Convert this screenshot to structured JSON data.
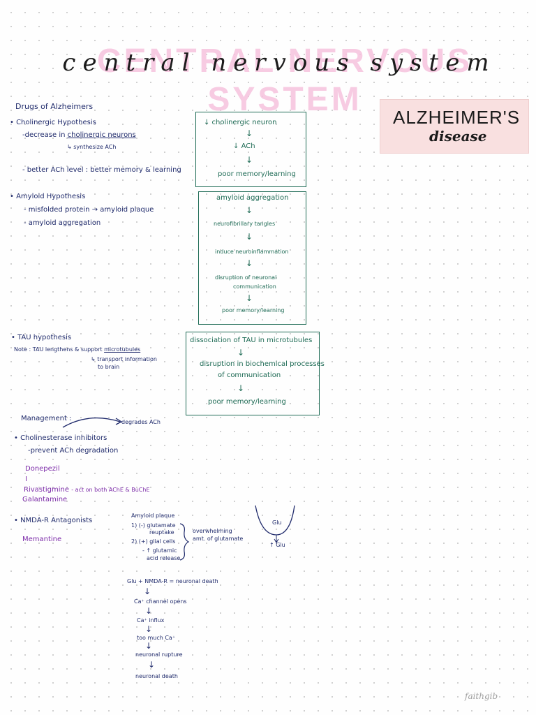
{
  "title": "central nervous system",
  "title_bg": "CENTRAL NERVOUS SYSTEM",
  "badge": {
    "line1": "ALZHEIMER'S",
    "line2": "disease"
  },
  "drugs_heading": "Drugs of Alzheimers",
  "cholinergic": {
    "heading": "• Cholinergic Hypothesis",
    "l1_prefix": "-decrease in",
    "l1_underlined": "cholinergic neurons",
    "l2": "↳ synthesize ACh",
    "l3": "- better ACh level : better memory & learning"
  },
  "amyloid": {
    "heading": "• Amyloid Hypothesis",
    "l1": "- misfolded protein",
    "l1_arrow": "→",
    "l1_result": "amyloid plaque",
    "l2": "- amyloid aggregation"
  },
  "tau": {
    "heading": "• TAU hypothesis",
    "note_prefix": "Note : TAU lengthens & support",
    "note_underlined": "microtubules",
    "note2": "↳ transport information",
    "note3": "to brain"
  },
  "box1": {
    "steps": [
      "↓ cholinergic neuron",
      "ACh",
      "poor memory/learning"
    ],
    "arrows": [
      "↓",
      "↓",
      "↓"
    ],
    "ach_prefix": "↓"
  },
  "box2": {
    "steps": [
      "amyloid aggregation",
      "neurofibrillary tangles",
      "induce neuroinflammation",
      "disruption of neuronal",
      "communication",
      "poor memory/learning"
    ]
  },
  "box3": {
    "steps": [
      "dissociation of TAU in microtubules",
      "disruption in biochemical processes",
      "of communication",
      "poor memory/learning"
    ]
  },
  "management": {
    "heading": "Management :",
    "degrades": "degrades ACh",
    "inhib": "• Cholinesterase inhibitors",
    "inhib_sub": "-prevent ACh degradation",
    "drug1": "Donepezil",
    "drug2": "Rivastigmine",
    "drug2_note": "- act on both AChE & BuChE",
    "drug3": "Galantamine",
    "nmda": "• NMDA-R Antagonists",
    "memantine": "Memantine"
  },
  "glutamate": {
    "l1": "Amyloid plaque",
    "l2": "1) (-) glutamate",
    "l3": "reuptake",
    "l4": "2) (+) glial cells",
    "l5": "- ↑ glutamic",
    "l6": "acid release",
    "over1": "overwhelming",
    "over2": "amt. of glutamate",
    "glu": "Glu",
    "glu_up": "↑ Glu"
  },
  "chain": {
    "top": "Glu + NMDA-R = neuronal death",
    "s1": "Ca⁺ channel opens",
    "s2": "Ca⁺ influx",
    "s3": "too much Ca⁺",
    "s4": "neuronal rupture",
    "s5": "neuronal death"
  },
  "signature": "faithgib"
}
